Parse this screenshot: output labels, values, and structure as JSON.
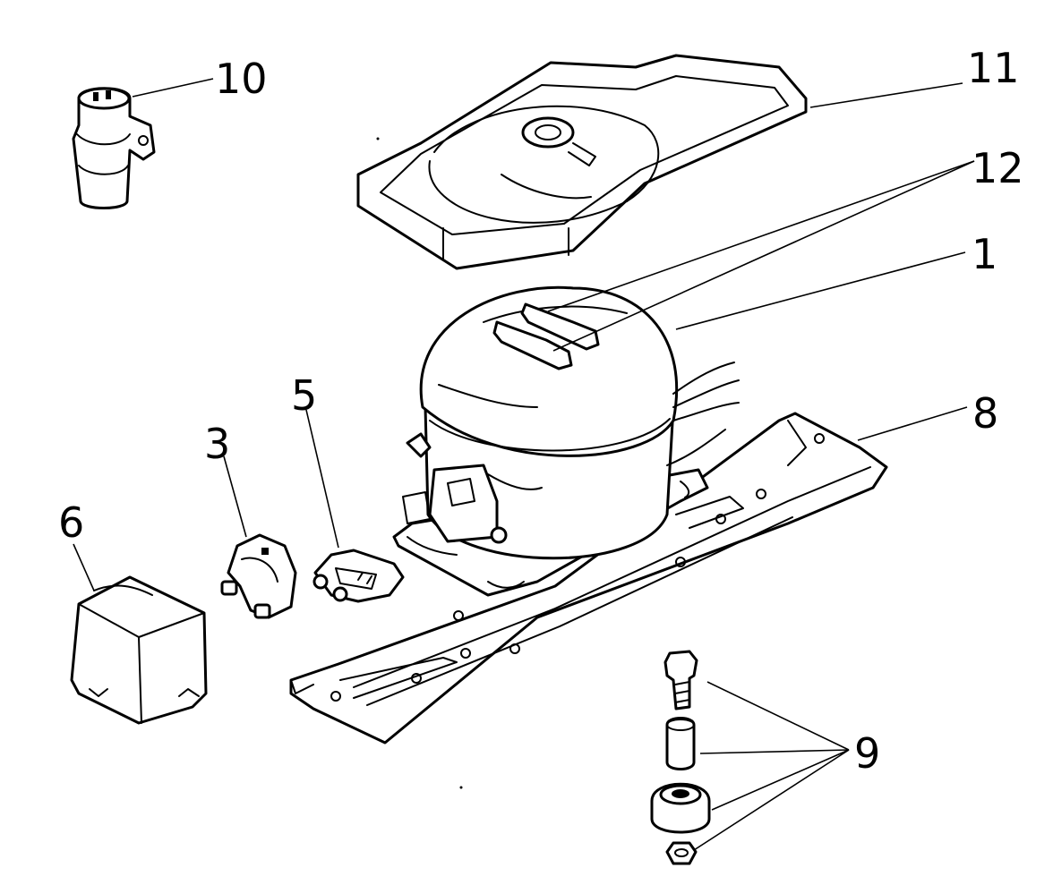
{
  "callouts": {
    "c1": "1",
    "c3": "3",
    "c5": "5",
    "c6": "6",
    "c8": "8",
    "c9": "9",
    "c10": "10",
    "c11": "11",
    "c12": "12"
  }
}
